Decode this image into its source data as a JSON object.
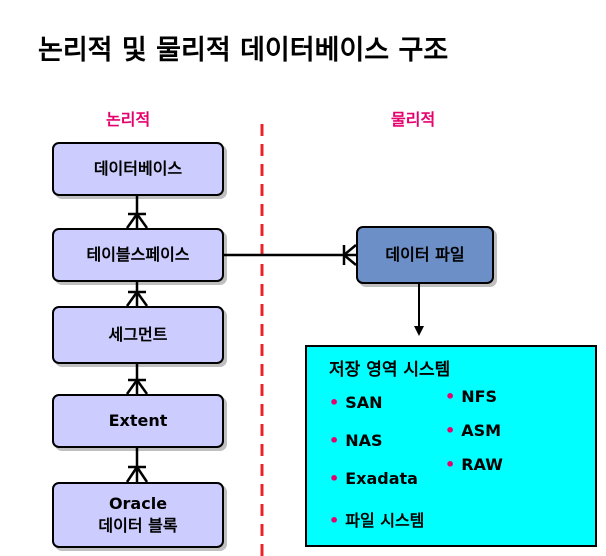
{
  "title": "논리적 및 물리적 데이터베이스 구조",
  "logical_label": "논리적",
  "physical_label": "물리적",
  "logical_boxes": {
    "database": "데이터베이스",
    "tablespace": "테이블스페이스",
    "segment": "세그먼트",
    "extent": "Extent",
    "oracle_block_line1": "Oracle",
    "oracle_block_line2": "데이터 블록"
  },
  "data_file": "데이터 파일",
  "storage": {
    "title": "저장 영역 시스템",
    "bullet": "•",
    "items_left": [
      "SAN",
      "NAS",
      "Exadata",
      "파일 시스템"
    ],
    "items_right": [
      "NFS",
      "ASM",
      "RAW"
    ]
  },
  "colors": {
    "accent": "#e6006e",
    "logical_box": "#ccccff",
    "data_file_box": "#6b8fc6",
    "storage_box": "#00ffff",
    "divider": "#e8242a"
  }
}
